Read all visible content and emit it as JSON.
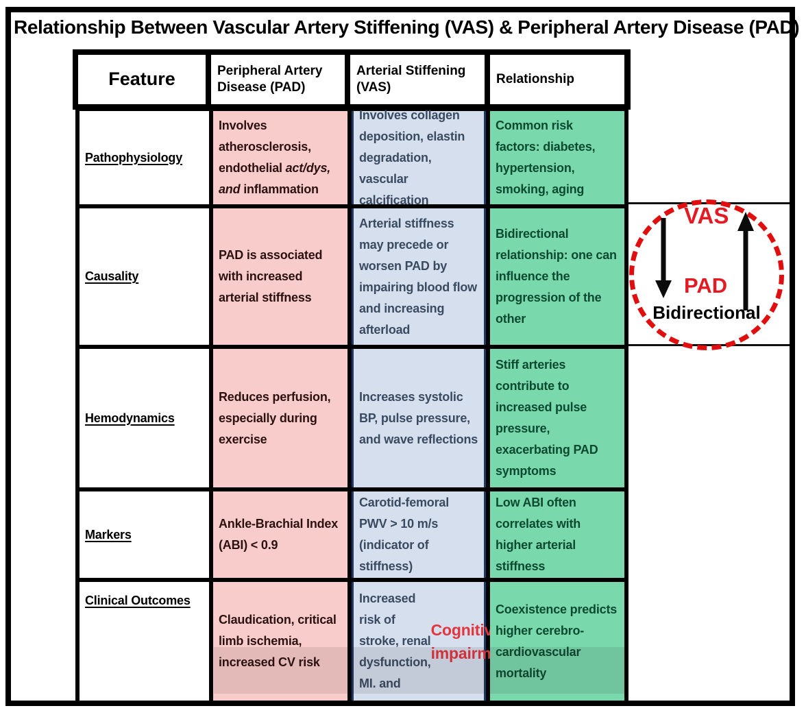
{
  "title": "Relationship Between Vascular Artery Stiffening (VAS) & Peripheral Artery Disease (PAD)",
  "table": {
    "headers": [
      "Feature",
      "Peripheral Artery Disease (PAD)",
      "Arterial Stiffening (VAS)",
      "Relationship"
    ],
    "rows": [
      {
        "feature": "Pathophysiology",
        "pad_pre": "Involves atherosclerosis, endothelial ",
        "pad_italic": "act/dys, and",
        "pad_post": " inflammation",
        "vas": "Involves collagen deposition, elastin degradation, vascular calcification",
        "relationship": "Common risk factors: diabetes, hypertension, smoking, aging"
      },
      {
        "feature": "Causality",
        "pad": "PAD is associated with increased arterial stiffness",
        "vas": "Arterial stiffness may precede or worsen PAD by impairing blood flow and increasing afterload",
        "relationship": "Bidirectional relationship: one can influence the progression of the other"
      },
      {
        "feature": "Hemodynamics",
        "pad": "Reduces perfusion, especially during exercise",
        "vas": "Increases systolic BP, pulse pressure, and wave reflections",
        "relationship": "Stiff arteries contribute to increased pulse pressure, exacerbating PAD symptoms"
      },
      {
        "feature": "Markers",
        "pad": "Ankle-Brachial Index (ABI) < 0.9",
        "vas": "Carotid-femoral PWV > 10 m/s (indicator of stiffness)",
        "relationship": "Low ABI often correlates with higher arterial stiffness"
      },
      {
        "feature": "Clinical Outcomes",
        "pad": "Claudication, critical limb ischemia, increased CV risk",
        "vas_pre": "Increased risk of stroke, renal dysfunction, MI. and ",
        "vas_highlight": "Cognitive impairment",
        "relationship": "Coexistence predicts higher cerebro-cardiovascular mortality"
      }
    ]
  },
  "annotation": {
    "top_label": "VAS",
    "bottom_label": "PAD",
    "caption": "Bidirectional",
    "up_arrow_icon": "up-arrow",
    "down_arrow_icon": "down-arrow"
  },
  "colors": {
    "pad_cell": "#F8CCCA",
    "vas_cell": "#D5DFEE",
    "relationship_cell": "#79D9AD",
    "vas_column_border": "#1F3864",
    "accent_red": "#E21B23",
    "highlight_red": "#E2353E"
  }
}
